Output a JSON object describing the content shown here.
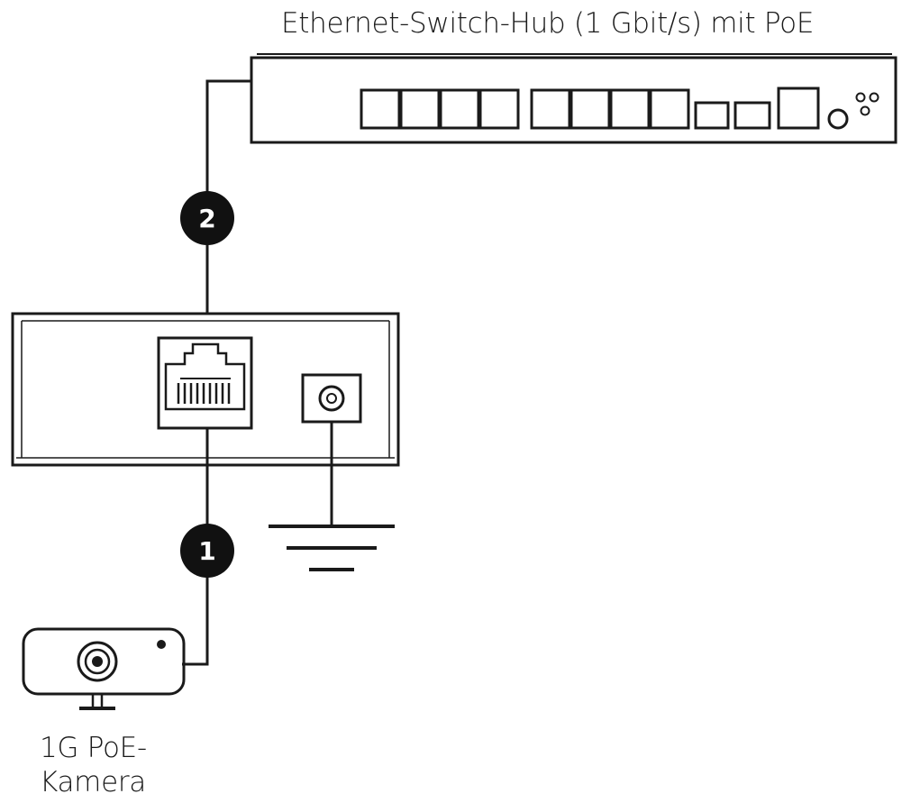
{
  "switch": {
    "label": "Ethernet-Switch-Hub (1 Gbit/s) mit PoE"
  },
  "camera": {
    "label_line1": "1G PoE-",
    "label_line2": "Kamera"
  },
  "badges": {
    "switch_cable": "2",
    "camera_cable": "1"
  },
  "colors": {
    "line": "#1a1a1a",
    "badge_fill": "#111111",
    "badge_text": "#ffffff",
    "background": "#ffffff"
  }
}
